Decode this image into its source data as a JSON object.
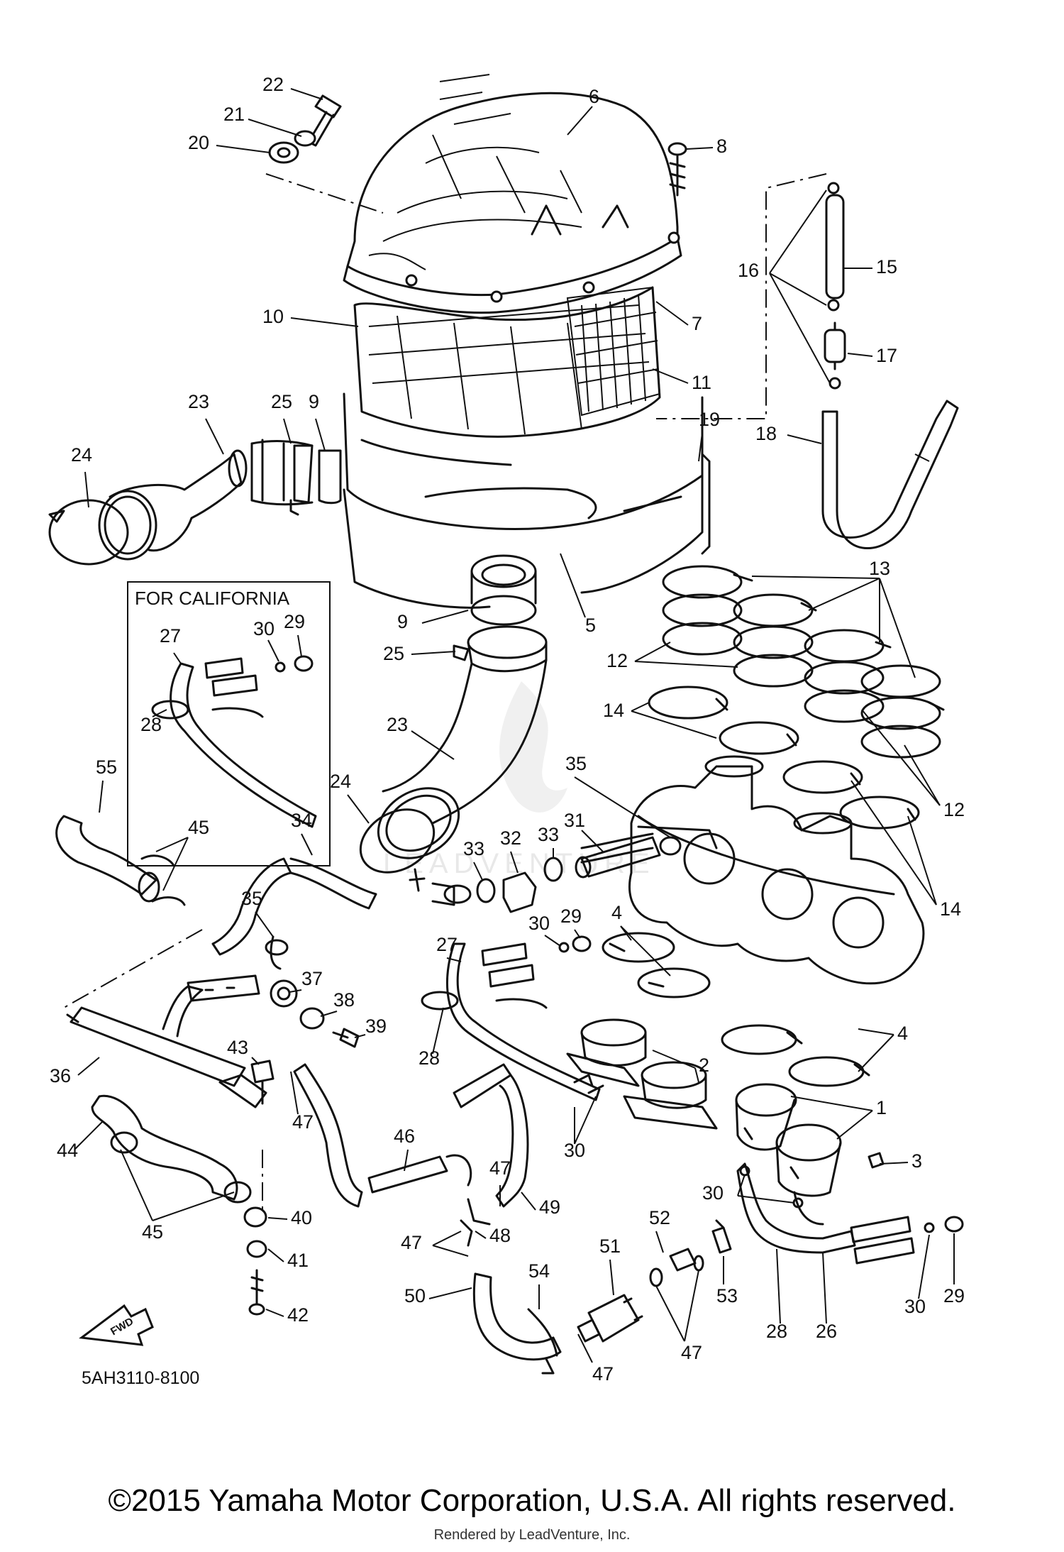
{
  "diagram": {
    "callouts": [
      {
        "id": "c22",
        "label": "22"
      },
      {
        "id": "c21",
        "label": "21"
      },
      {
        "id": "c20",
        "label": "20"
      },
      {
        "id": "c6",
        "label": "6"
      },
      {
        "id": "c8",
        "label": "8"
      },
      {
        "id": "c16",
        "label": "16"
      },
      {
        "id": "c15",
        "label": "15"
      },
      {
        "id": "c17",
        "label": "17"
      },
      {
        "id": "c18",
        "label": "18"
      },
      {
        "id": "c10",
        "label": "10"
      },
      {
        "id": "c7",
        "label": "7"
      },
      {
        "id": "c11",
        "label": "11"
      },
      {
        "id": "c19",
        "label": "19"
      },
      {
        "id": "c23a",
        "label": "23"
      },
      {
        "id": "c25a",
        "label": "25"
      },
      {
        "id": "c9a",
        "label": "9"
      },
      {
        "id": "c24a",
        "label": "24"
      },
      {
        "id": "c5",
        "label": "5"
      },
      {
        "id": "c9b",
        "label": "9"
      },
      {
        "id": "c25b",
        "label": "25"
      },
      {
        "id": "c13",
        "label": "13"
      },
      {
        "id": "c12a",
        "label": "12"
      },
      {
        "id": "c14a",
        "label": "14"
      },
      {
        "id": "c12b",
        "label": "12"
      },
      {
        "id": "c14b",
        "label": "14"
      },
      {
        "id": "c23b",
        "label": "23"
      },
      {
        "id": "c24b",
        "label": "24"
      },
      {
        "id": "c27a",
        "label": "27"
      },
      {
        "id": "c30a",
        "label": "30"
      },
      {
        "id": "c29a",
        "label": "29"
      },
      {
        "id": "c28a",
        "label": "28"
      },
      {
        "id": "c55",
        "label": "55"
      },
      {
        "id": "c45a",
        "label": "45"
      },
      {
        "id": "c34",
        "label": "34"
      },
      {
        "id": "c35a",
        "label": "35"
      },
      {
        "id": "c33a",
        "label": "33"
      },
      {
        "id": "c32",
        "label": "32"
      },
      {
        "id": "c33b",
        "label": "33"
      },
      {
        "id": "c31",
        "label": "31"
      },
      {
        "id": "c35b",
        "label": "35"
      },
      {
        "id": "c30b",
        "label": "30"
      },
      {
        "id": "c29b",
        "label": "29"
      },
      {
        "id": "c4a",
        "label": "4"
      },
      {
        "id": "c27b",
        "label": "27"
      },
      {
        "id": "c37",
        "label": "37"
      },
      {
        "id": "c38",
        "label": "38"
      },
      {
        "id": "c39",
        "label": "39"
      },
      {
        "id": "c28b",
        "label": "28"
      },
      {
        "id": "c2",
        "label": "2"
      },
      {
        "id": "c4b",
        "label": "4"
      },
      {
        "id": "c36",
        "label": "36"
      },
      {
        "id": "c43",
        "label": "43"
      },
      {
        "id": "c47a",
        "label": "47"
      },
      {
        "id": "c1",
        "label": "1"
      },
      {
        "id": "c44",
        "label": "44"
      },
      {
        "id": "c46",
        "label": "46"
      },
      {
        "id": "c30c",
        "label": "30"
      },
      {
        "id": "c3",
        "label": "3"
      },
      {
        "id": "c47b",
        "label": "47"
      },
      {
        "id": "c49",
        "label": "49"
      },
      {
        "id": "c30d",
        "label": "30"
      },
      {
        "id": "c45b",
        "label": "45"
      },
      {
        "id": "c40",
        "label": "40"
      },
      {
        "id": "c47c",
        "label": "47"
      },
      {
        "id": "c48",
        "label": "48"
      },
      {
        "id": "c52",
        "label": "52"
      },
      {
        "id": "c51",
        "label": "51"
      },
      {
        "id": "c41",
        "label": "41"
      },
      {
        "id": "c50",
        "label": "50"
      },
      {
        "id": "c54",
        "label": "54"
      },
      {
        "id": "c53",
        "label": "53"
      },
      {
        "id": "c30e",
        "label": "30"
      },
      {
        "id": "c29c",
        "label": "29"
      },
      {
        "id": "c42",
        "label": "42"
      },
      {
        "id": "c28c",
        "label": "28"
      },
      {
        "id": "c26",
        "label": "26"
      },
      {
        "id": "c47d",
        "label": "47"
      },
      {
        "id": "c47e",
        "label": "47"
      }
    ],
    "california_box_label": "FOR CALIFORNIA",
    "fwd_label": "FWD",
    "drawing_code": "5AH3110-8100",
    "watermark": "LEADVENTURE"
  },
  "footer": {
    "copyright": "©2015 Yamaha Motor Corporation, U.S.A. All rights reserved.",
    "rendered_by": "Rendered by LeadVenture, Inc."
  }
}
